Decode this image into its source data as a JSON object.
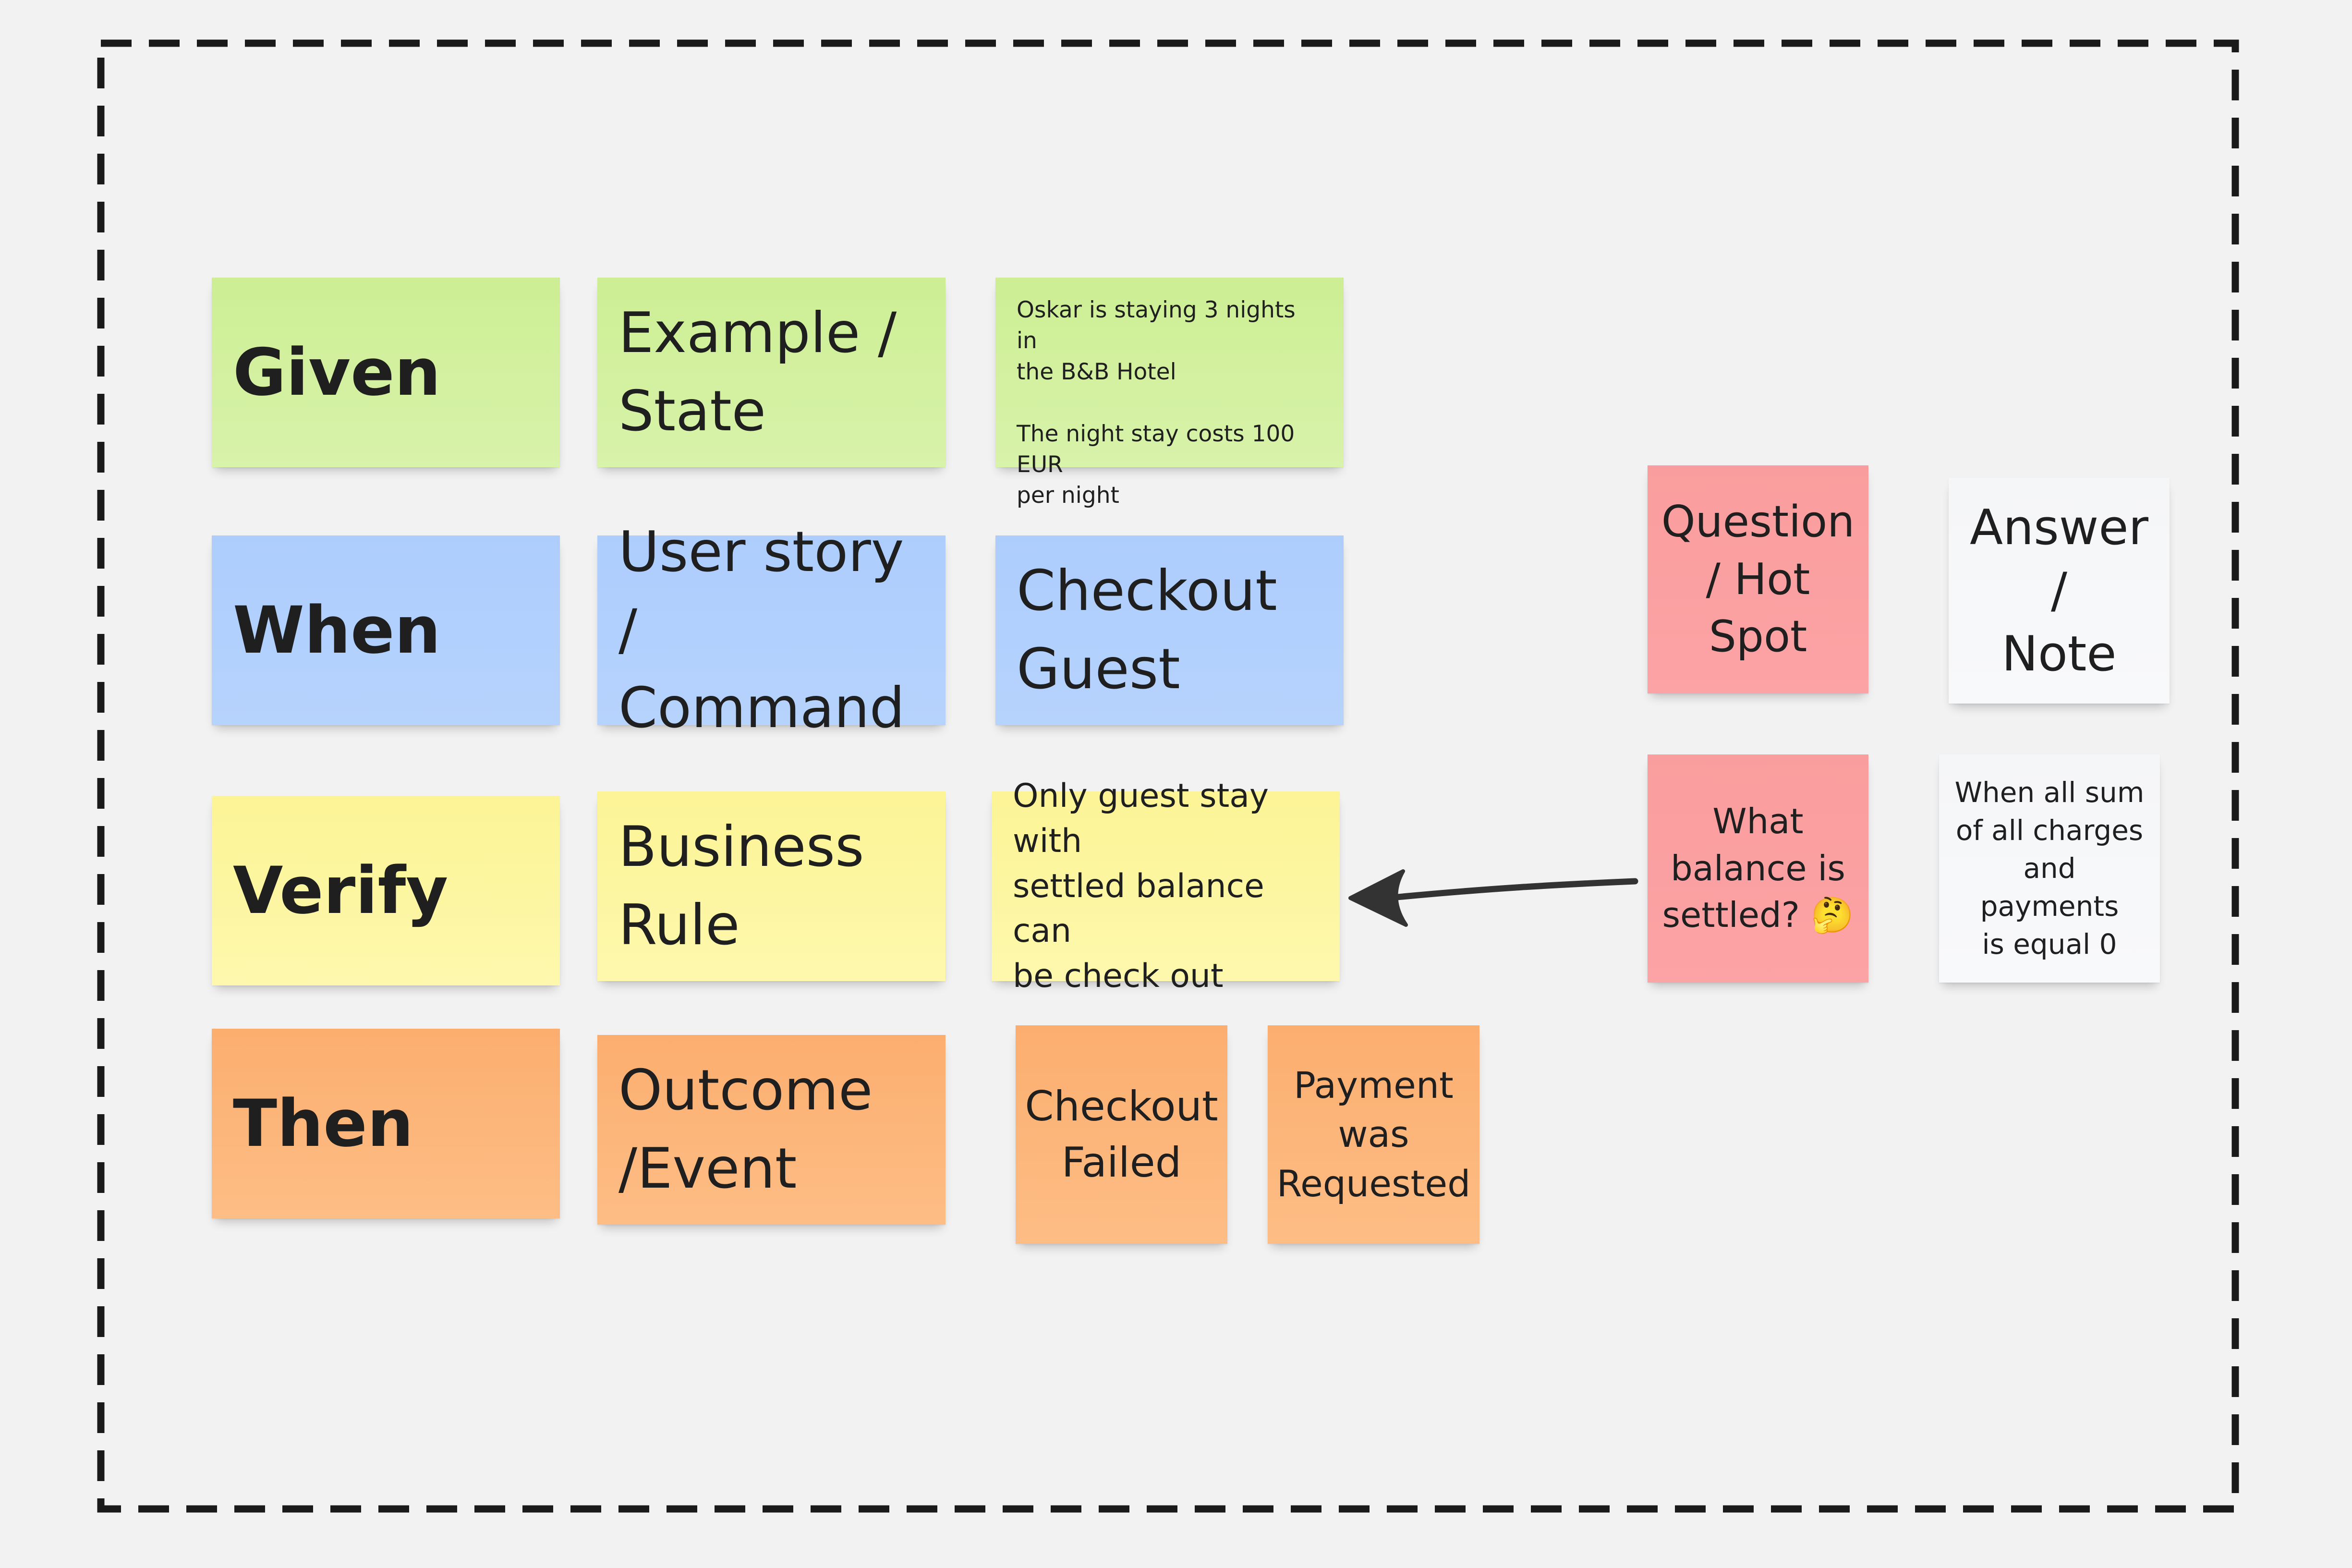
{
  "board": {
    "rows": [
      {
        "label": "Given",
        "category": "Example /\nState",
        "example": "Oskar is staying 3 nights in\nthe B&B Hotel\n\nThe night stay costs 100 EUR\nper night"
      },
      {
        "label": "When",
        "category": "User story /\nCommand",
        "example": "Checkout\nGuest"
      },
      {
        "label": "Verify",
        "category": "Business\nRule",
        "example": "Only guest stay with\nsettled balance can\nbe check out"
      },
      {
        "label": "Then",
        "category": "Outcome\n/Event",
        "examples": [
          "Checkout\nFailed",
          "Payment\nwas\nRequested"
        ]
      }
    ],
    "legend": {
      "question_title": "Question\n/ Hot\nSpot",
      "answer_title": "Answer\n/\nNote"
    },
    "hotspot": {
      "question": "What\nbalance is\nsettled? 🤔",
      "answer": "When all sum\nof all charges\nand payments\nis equal 0"
    },
    "colors": {
      "background": "#f2f2f2",
      "frame_border": "#1a1a1a",
      "green": "#d5f1a3",
      "blue": "#b3d1fd",
      "yellow": "#fdf6a3",
      "orange": "#fdb57a",
      "red": "#fba0a1",
      "white": "#f7f8fa",
      "arrow": "#333333"
    }
  }
}
